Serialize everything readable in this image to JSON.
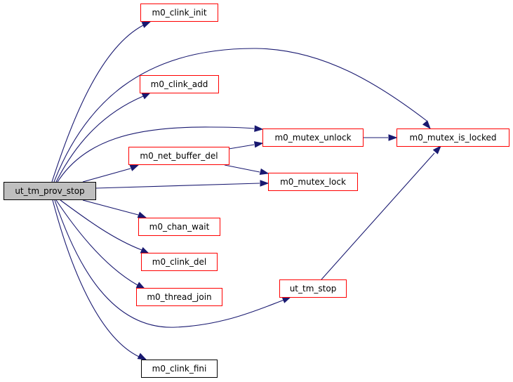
{
  "diagram": {
    "type": "call-graph",
    "colors": {
      "edge": "#191970",
      "root_fill": "#bfbfbf",
      "root_border": "#000000",
      "linked_border": "#ff0000",
      "plain_border": "#000000",
      "node_fill": "#ffffff"
    },
    "nodes": [
      {
        "id": "ut_tm_prov_stop",
        "label": "ut_tm_prov_stop",
        "kind": "root"
      },
      {
        "id": "m0_clink_init",
        "label": "m0_clink_init",
        "kind": "linked"
      },
      {
        "id": "m0_clink_add",
        "label": "m0_clink_add",
        "kind": "linked"
      },
      {
        "id": "m0_net_buffer_del",
        "label": "m0_net_buffer_del",
        "kind": "linked"
      },
      {
        "id": "m0_mutex_unlock",
        "label": "m0_mutex_unlock",
        "kind": "linked"
      },
      {
        "id": "m0_mutex_is_locked",
        "label": "m0_mutex_is_locked",
        "kind": "linked"
      },
      {
        "id": "m0_mutex_lock",
        "label": "m0_mutex_lock",
        "kind": "linked"
      },
      {
        "id": "m0_chan_wait",
        "label": "m0_chan_wait",
        "kind": "linked"
      },
      {
        "id": "m0_clink_del",
        "label": "m0_clink_del",
        "kind": "linked"
      },
      {
        "id": "m0_thread_join",
        "label": "m0_thread_join",
        "kind": "linked"
      },
      {
        "id": "ut_tm_stop",
        "label": "ut_tm_stop",
        "kind": "linked"
      },
      {
        "id": "m0_clink_fini",
        "label": "m0_clink_fini",
        "kind": "plain"
      }
    ],
    "edges": [
      {
        "from": "ut_tm_prov_stop",
        "to": "m0_clink_init"
      },
      {
        "from": "ut_tm_prov_stop",
        "to": "m0_mutex_is_locked"
      },
      {
        "from": "ut_tm_prov_stop",
        "to": "m0_clink_add"
      },
      {
        "from": "ut_tm_prov_stop",
        "to": "m0_mutex_unlock"
      },
      {
        "from": "ut_tm_prov_stop",
        "to": "m0_net_buffer_del"
      },
      {
        "from": "ut_tm_prov_stop",
        "to": "m0_mutex_lock"
      },
      {
        "from": "ut_tm_prov_stop",
        "to": "m0_chan_wait"
      },
      {
        "from": "ut_tm_prov_stop",
        "to": "m0_clink_del"
      },
      {
        "from": "ut_tm_prov_stop",
        "to": "m0_thread_join"
      },
      {
        "from": "ut_tm_prov_stop",
        "to": "ut_tm_stop"
      },
      {
        "from": "ut_tm_prov_stop",
        "to": "m0_clink_fini"
      },
      {
        "from": "m0_net_buffer_del",
        "to": "m0_mutex_unlock"
      },
      {
        "from": "m0_net_buffer_del",
        "to": "m0_mutex_lock"
      },
      {
        "from": "m0_mutex_unlock",
        "to": "m0_mutex_is_locked"
      },
      {
        "from": "ut_tm_stop",
        "to": "m0_mutex_is_locked"
      }
    ]
  }
}
